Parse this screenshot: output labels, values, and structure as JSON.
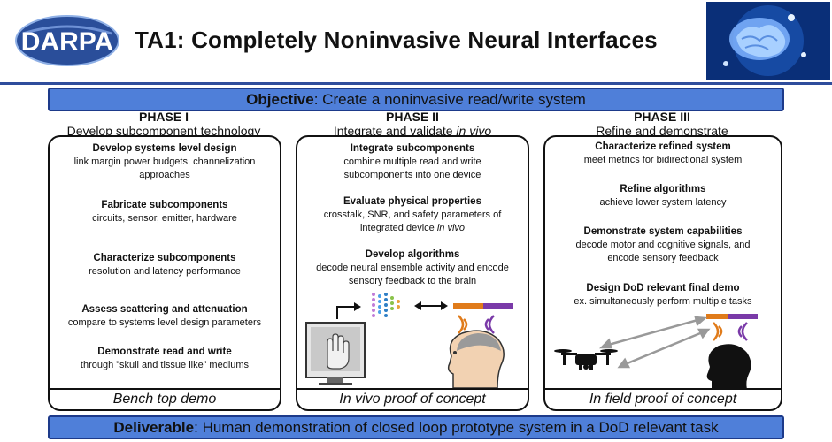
{
  "header": {
    "logo_text": "DARPA",
    "title": "TA1: Completely Noninvasive Neural Interfaces"
  },
  "objective": {
    "label": "Objective",
    "text": ": Create a noninvasive read/write system"
  },
  "phases": [
    {
      "name": "PHASE I",
      "subtitle": "Develop subcomponent technology",
      "tasks": [
        {
          "title": "Develop systems level design",
          "desc": "link margin power budgets, channelization approaches"
        },
        {
          "title": "Fabricate subcomponents",
          "desc": "circuits, sensor, emitter, hardware"
        },
        {
          "title": "Characterize subcomponents",
          "desc": "resolution and latency performance"
        },
        {
          "title": "Assess scattering and attenuation",
          "desc": "compare to systems level design parameters"
        },
        {
          "title": "Demonstrate read and write",
          "desc": "through ”skull and tissue like” mediums"
        }
      ],
      "footer": "Bench top demo"
    },
    {
      "name": "PHASE II",
      "subtitle_main": "Integrate and validate ",
      "subtitle_em": "in vivo",
      "tasks": [
        {
          "title": "Integrate subcomponents",
          "desc": "combine multiple read and write subcomponents into one device"
        },
        {
          "title": "Evaluate physical properties",
          "desc": "crosstalk, SNR, and safety parameters of integrated device ",
          "desc_em": "in vivo"
        },
        {
          "title": "Develop algorithms",
          "desc": "decode neural ensemble activity and encode sensory feedback to the brain"
        }
      ],
      "footer": "In vivo proof of concept"
    },
    {
      "name": "PHASE III",
      "subtitle": "Refine and demonstrate",
      "tasks": [
        {
          "title": "Characterize refined system",
          "desc": "meet metrics for bidirectional system"
        },
        {
          "title": "Refine algorithms",
          "desc": "achieve lower system latency"
        },
        {
          "title": "Demonstrate system capabilities",
          "desc": "decode motor and cognitive signals, and encode sensory feedback"
        },
        {
          "title": "Design DoD relevant final demo",
          "desc": "ex. simultaneously perform multiple tasks"
        }
      ],
      "footer": "In field proof of concept"
    }
  ],
  "deliverable": {
    "label": "Deliverable",
    "text": ": Human demonstration of closed loop prototype system in a DoD relevant task"
  },
  "icons": [
    "darpa-logo",
    "brain-image",
    "monitor-hand-icon",
    "neural-network-icon",
    "head-icon",
    "drone-icon",
    "signal-waves-icon"
  ],
  "colors": {
    "banner_fill": "#4f7fd9",
    "banner_border": "#1d3a8a",
    "header_rule": "#2f4d9c",
    "orange": "#e07b1a",
    "purple": "#7a3aa8"
  }
}
